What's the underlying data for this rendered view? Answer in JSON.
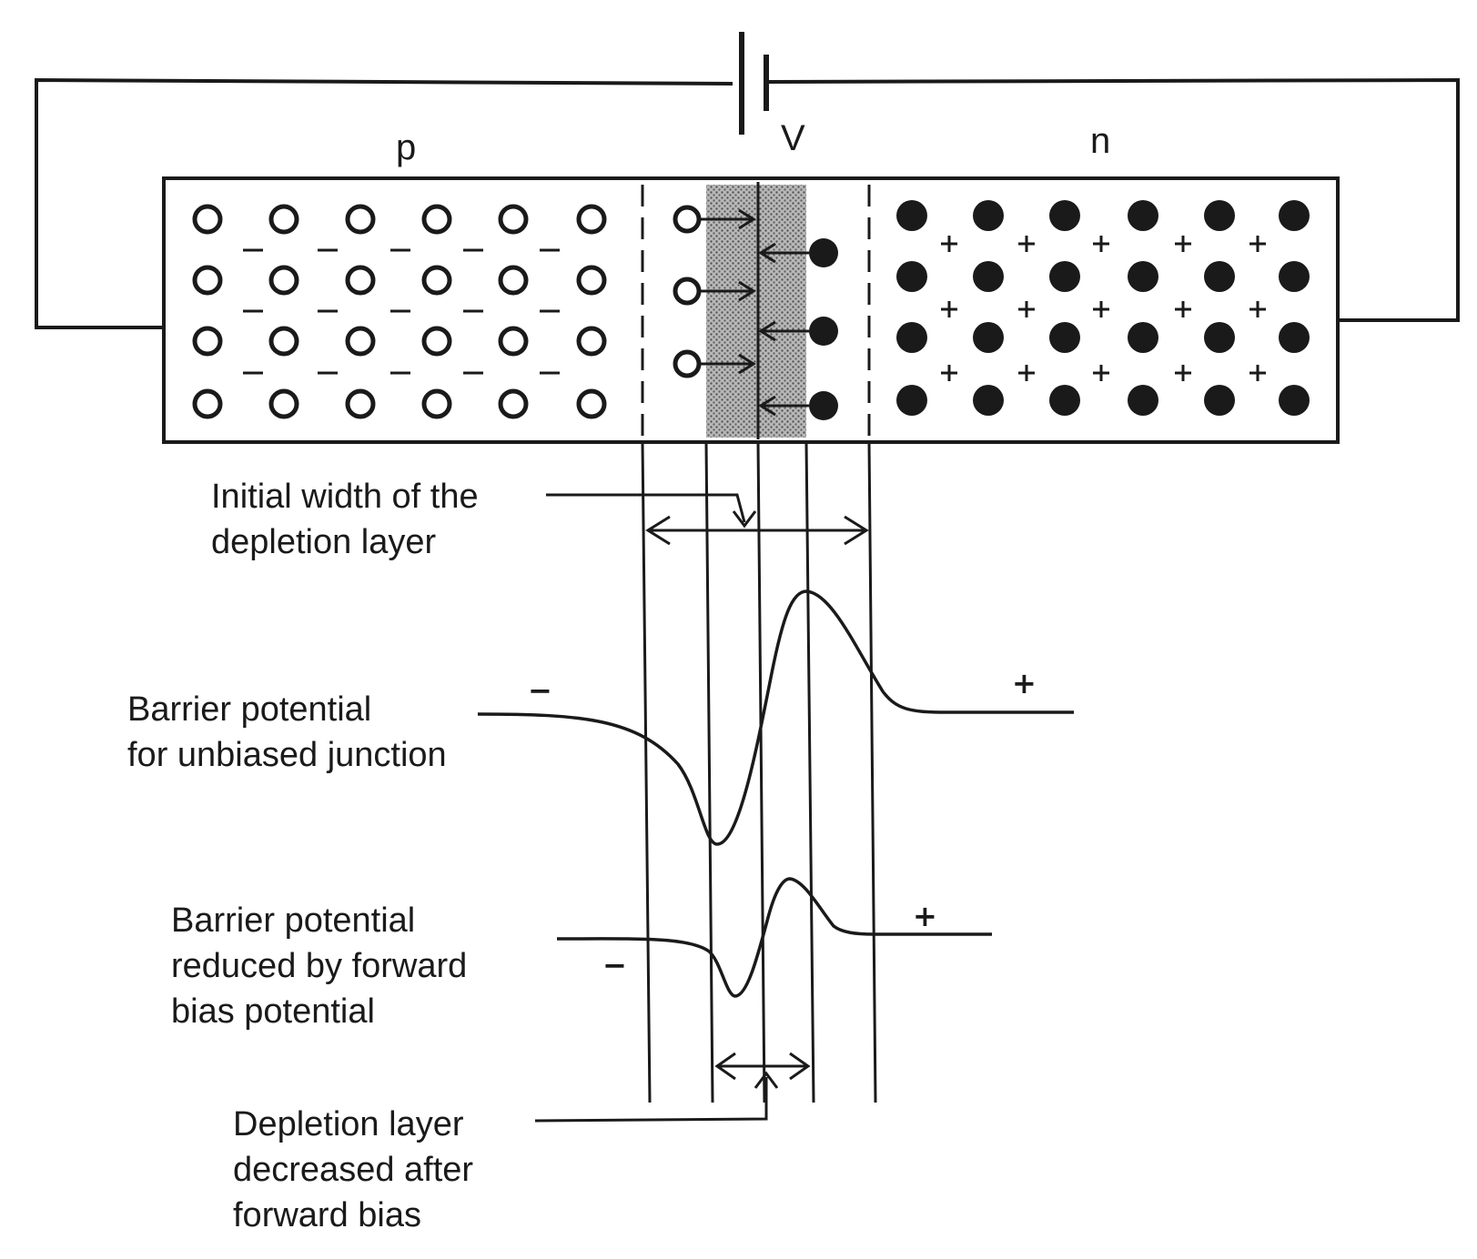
{
  "labels": {
    "p_region": "p",
    "n_region": "n",
    "battery": "V",
    "initial_width": [
      "Initial width of the",
      "depletion layer"
    ],
    "unbiased_barrier": [
      "Barrier potential",
      "for unbiased junction"
    ],
    "reduced_barrier": [
      "Barrier potential",
      "reduced by forward",
      "bias potential"
    ],
    "decreased_layer": [
      "Depletion layer",
      "decreased after",
      "forward bias"
    ]
  },
  "signs": {
    "minus": "−",
    "plus": "+"
  },
  "colors": {
    "ink": "#1a1a1a",
    "depletion_shade": "#9a9a9a",
    "background": "#ffffff"
  }
}
